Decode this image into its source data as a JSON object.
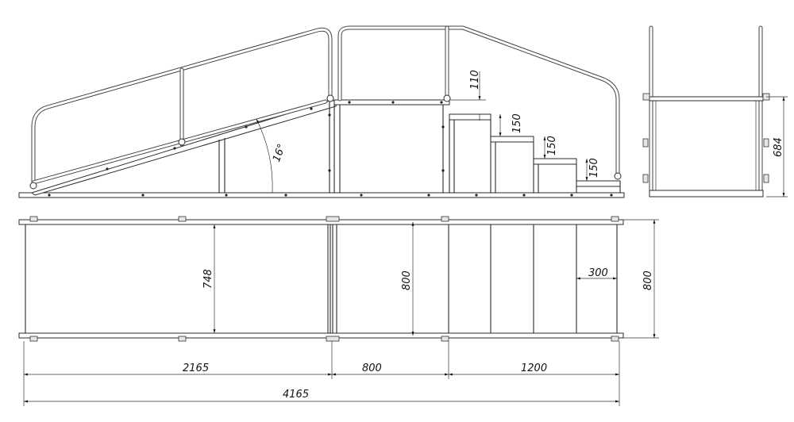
{
  "dimensions": {
    "total_length": "4165",
    "ramp_length": "2165",
    "platform_length": "800",
    "stairs_length": "1200",
    "ramp_width": "748",
    "platform_width": "800",
    "stairs_width": "800",
    "tread_depth": "300",
    "platform_rise": "110",
    "step_rise_1": "150",
    "step_rise_2": "150",
    "step_rise_3": "150",
    "end_view_height": "684",
    "ramp_angle": "16°"
  }
}
